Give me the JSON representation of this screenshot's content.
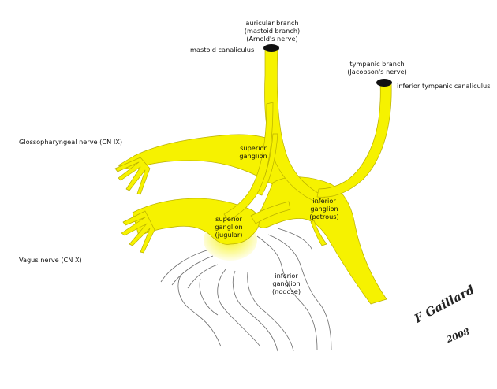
{
  "colors": {
    "nerve": "#f6f200",
    "nerve_edge": "#b9b000",
    "outline": "#555555",
    "canaliculus": "#111111",
    "text": "#111111"
  },
  "labels": {
    "auricular_branch": "auricular branch\n(mastoid branch)\n(Arnold's nerve)",
    "mastoid_canaliculus": "mastoid canaliculus",
    "tympanic_branch": "tympanic branch\n(Jacobson's nerve)",
    "inferior_tympanic_canaliculus": "inferior tympanic canaliculus",
    "glossopharyngeal_nerve": "Glossopharyngeal nerve (CN IX)",
    "superior_ganglion_ix": "superior\nganglion",
    "inferior_ganglion_petrous": "inferior\nganglion\n(petrous)",
    "superior_ganglion_jugular": "superior\nganglion\n(jugular)",
    "vagus_nerve": "Vagus nerve (CN X)",
    "inferior_ganglion_nodose": "inferior\nganglion\n(nodose)"
  },
  "signature": {
    "name": "F Gaillard",
    "year": "2008"
  }
}
